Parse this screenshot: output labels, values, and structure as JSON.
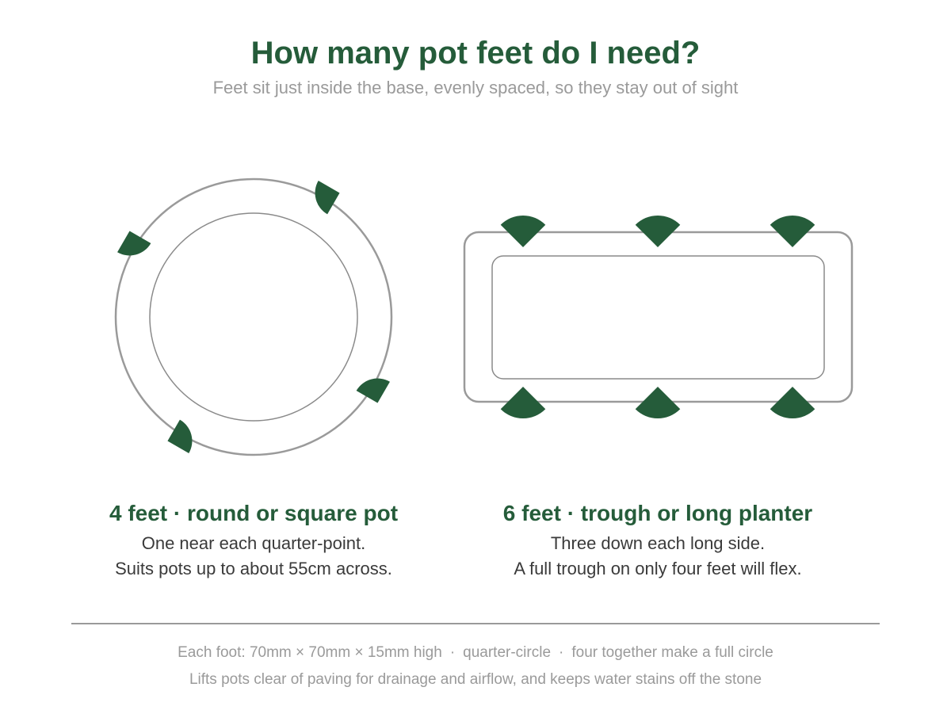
{
  "header": {
    "title": "How many pot feet do I need?",
    "subtitle": "Feet sit just inside the base, evenly spaced, so they stay out of sight"
  },
  "diagram": {
    "round_pot": {
      "feet_count": 4
    },
    "trough": {
      "feet_count": 6,
      "feet_per_long_side": 3
    },
    "colors": {
      "foot": "#255c3a",
      "outline": "#9a9a9a"
    }
  },
  "captions": {
    "left": {
      "title": "4 feet · round or square pot",
      "line1": "One near each quarter-point.",
      "line2": "Suits pots up to about 55cm across."
    },
    "right": {
      "title": "6 feet · trough or long planter",
      "line1": "Three down each long side.",
      "line2": "A full trough on only four feet will flex."
    }
  },
  "footer": {
    "spec_parts": [
      "Each foot: 70mm × 70mm × 15mm high",
      "quarter-circle",
      "four together make a full circle"
    ],
    "separator": "·",
    "note": "Lifts pots clear of paving for drainage and airflow, and keeps water stains off the stone"
  }
}
